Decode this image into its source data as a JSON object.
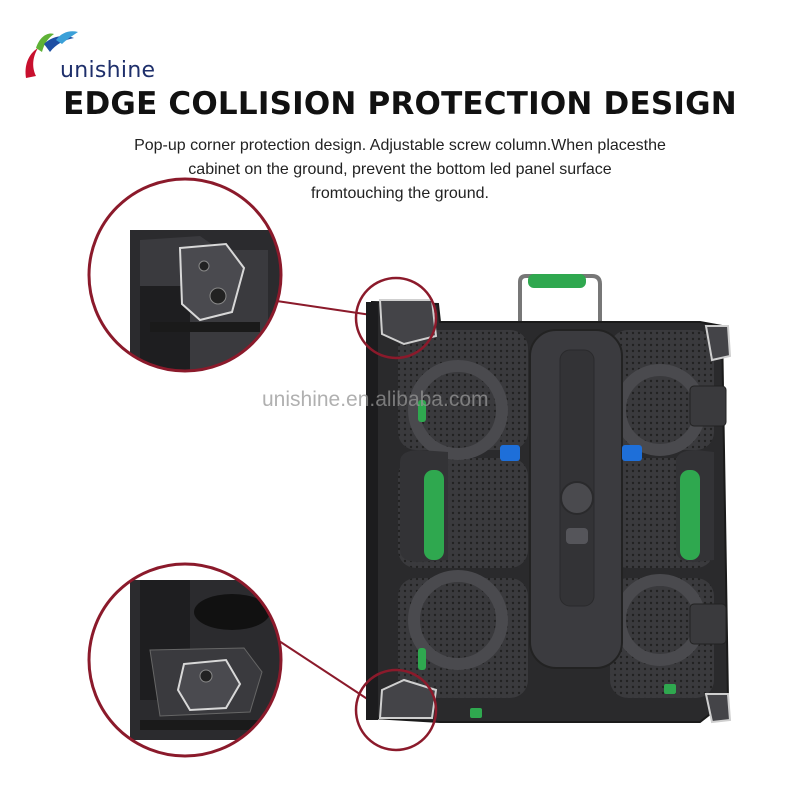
{
  "brand": {
    "name": "unishine",
    "leaf_colors": [
      "#c8102e",
      "#1e4fa3",
      "#5fb236",
      "#3ba0d8"
    ],
    "text_color": "#1e2f6b"
  },
  "headline": "EDGE COLLISION PROTECTION DESIGN",
  "description_lines": [
    "Pop-up corner protection design. Adjustable screw column.When placesthe",
    "cabinet on the ground, prevent the bottom led panel surface",
    "fromtouching the ground."
  ],
  "watermark": "unishine.en.alibaba.com",
  "colors": {
    "callout_ring": "#8b1a2b",
    "handle_green": "#2fa84f",
    "cabinet_dark": "#2a2a2c",
    "blue_accent": "#1e6fd9"
  },
  "product": {
    "name": "LED display cabinet",
    "callouts": [
      "top-corner-protector-zoom",
      "bottom-corner-protector-zoom"
    ]
  }
}
